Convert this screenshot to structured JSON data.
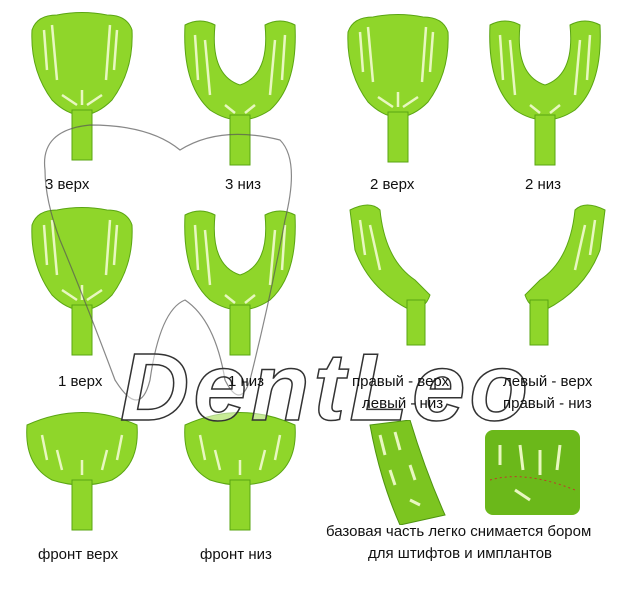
{
  "colors": {
    "tray": "#8fd62a",
    "tray_dark": "#5aa512",
    "hole": "#e8f7c0"
  },
  "labels": {
    "upper3": "3 верх",
    "lower3": "3 низ",
    "upper2": "2 верх",
    "lower2": "2 низ",
    "upper1": "1 верх",
    "lower1": "1 низ",
    "right_upper": "правый - верх",
    "right_upper_2": "левый - низ",
    "left_upper": "левый - верх",
    "left_upper_2": "правый - низ",
    "front_upper": "фронт верх",
    "front_lower": "фронт низ",
    "note_1": "базовая часть легко снимается бором",
    "note_2": "для штифтов и имплантов"
  },
  "watermark": "DentLeo"
}
